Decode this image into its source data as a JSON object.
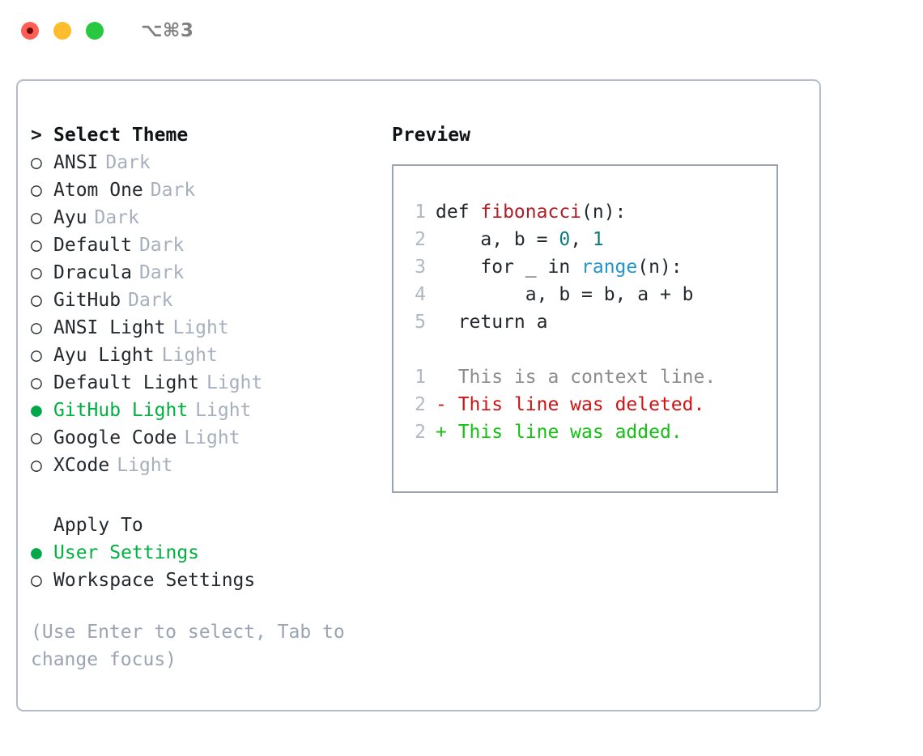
{
  "titlebar": {
    "shortcut": "⌥⌘3",
    "buttons": [
      {
        "name": "close",
        "color": "#ff5f57"
      },
      {
        "name": "minimize",
        "color": "#ffbd2e"
      },
      {
        "name": "zoom",
        "color": "#28c840"
      }
    ]
  },
  "theme_section": {
    "caret": ">",
    "heading": "Select Theme",
    "radio_off": "○",
    "radio_on": "●",
    "items": [
      {
        "name": "ANSI",
        "category": "Dark",
        "selected": false
      },
      {
        "name": "Atom One",
        "category": "Dark",
        "selected": false
      },
      {
        "name": "Ayu",
        "category": "Dark",
        "selected": false
      },
      {
        "name": "Default",
        "category": "Dark",
        "selected": false
      },
      {
        "name": "Dracula",
        "category": "Dark",
        "selected": false
      },
      {
        "name": "GitHub",
        "category": "Dark",
        "selected": false
      },
      {
        "name": "ANSI Light",
        "category": "Light",
        "selected": false
      },
      {
        "name": "Ayu Light",
        "category": "Light",
        "selected": false
      },
      {
        "name": "Default Light",
        "category": "Light",
        "selected": false
      },
      {
        "name": "GitHub Light",
        "category": "Light",
        "selected": true
      },
      {
        "name": "Google Code",
        "category": "Light",
        "selected": false
      },
      {
        "name": "XCode",
        "category": "Light",
        "selected": false
      }
    ]
  },
  "apply_section": {
    "heading": "Apply To",
    "items": [
      {
        "name": "User Settings",
        "selected": true
      },
      {
        "name": "Workspace Settings",
        "selected": false
      }
    ]
  },
  "help": {
    "text": "(Use Enter to select, Tab to change focus)"
  },
  "preview": {
    "title": "Preview",
    "code_lines": [
      {
        "no": "1",
        "tokens": [
          {
            "t": "def ",
            "c": "plain"
          },
          {
            "t": "fibonacci",
            "c": "fn"
          },
          {
            "t": "(n):",
            "c": "plain"
          }
        ]
      },
      {
        "no": "2",
        "tokens": [
          {
            "t": "    a, b = ",
            "c": "plain"
          },
          {
            "t": "0",
            "c": "num"
          },
          {
            "t": ", ",
            "c": "plain"
          },
          {
            "t": "1",
            "c": "num"
          }
        ]
      },
      {
        "no": "3",
        "tokens": [
          {
            "t": "    for _ in ",
            "c": "plain"
          },
          {
            "t": "range",
            "c": "builtin"
          },
          {
            "t": "(n):",
            "c": "plain"
          }
        ]
      },
      {
        "no": "4",
        "tokens": [
          {
            "t": "        a, b = b, a + b",
            "c": "plain"
          }
        ]
      },
      {
        "no": "5",
        "tokens": [
          {
            "t": "  return a",
            "c": "plain"
          }
        ]
      }
    ],
    "diff_lines": [
      {
        "no": "1",
        "marker": "  ",
        "text": "This is a context line.",
        "kind": "context"
      },
      {
        "no": "2",
        "marker": "- ",
        "text": "This line was deleted.",
        "kind": "del"
      },
      {
        "no": "2",
        "marker": "+ ",
        "text": "This line was added.",
        "kind": "add"
      }
    ]
  },
  "colors": {
    "selection_green": "#00b140",
    "category_gray": "#a6b0bd",
    "help_gray": "#9aa4b2",
    "panel_border": "#b3bcc9",
    "preview_border": "#99a3b2",
    "lineno_gray": "#b0b8c2",
    "fn_red": "#b31d28",
    "num_teal": "#0f7c7c",
    "builtin_blue": "#1f97cc",
    "diff_del_red": "#cc1414",
    "diff_add_green": "#13c113",
    "diff_context_gray": "#8c8c8c"
  }
}
